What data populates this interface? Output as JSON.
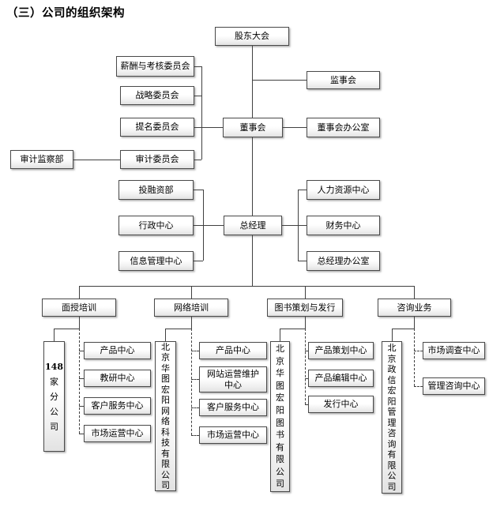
{
  "title": "（三）公司的组织架构",
  "colors": {
    "line": "#404040",
    "box_border": "#4a4a4a",
    "box_fill_top": "#ffffff",
    "box_fill_bottom": "#e2e2e2",
    "text": "#000000"
  },
  "governance": {
    "shareholders": "股东大会",
    "supervisory_board": "监事会",
    "board": "董事会",
    "board_office": "董事会办公室",
    "committees": {
      "compensation": "薪酬与考核委员会",
      "strategy": "战略委员会",
      "nomination": "提名委员会",
      "audit": "审计委员会"
    },
    "audit_supervision_dept": "审计监察部"
  },
  "management": {
    "general_manager": "总经理",
    "left_departments": {
      "investment": "投融资部",
      "admin": "行政中心",
      "info": "信息管理中心"
    },
    "right_departments": {
      "hr": "人力资源中心",
      "finance": "财务中心",
      "gm_office": "总经理办公室"
    }
  },
  "divisions": {
    "face_training": {
      "label": "面授培训",
      "company_number": "148",
      "company_name": "家\n分\n公\n司",
      "centers": [
        "产品中心",
        "教研中心",
        "客户服务中心",
        "市场运营中心"
      ]
    },
    "online_training": {
      "label": "网络培训",
      "company": "北\n京\n华\n图\n宏\n阳\n网\n络\n科\n技\n有\n限\n公\n司",
      "centers": [
        "产品中心",
        "网站运营维护\n中心",
        "客户服务中心",
        "市场运营中心"
      ]
    },
    "book_publishing": {
      "label": "图书策划与发行",
      "company": "北\n京\n华\n图\n宏\n阳\n图\n书\n有\n限\n公\n司",
      "centers": [
        "产品策划中心",
        "产品编辑中心",
        "发行中心"
      ]
    },
    "consulting": {
      "label": "咨询业务",
      "company": "北\n京\n政\n信\n宏\n阳\n管\n理\n咨\n询\n有\n限\n公\n司",
      "centers": [
        "市场调查中心",
        "管理咨询中心"
      ]
    }
  }
}
